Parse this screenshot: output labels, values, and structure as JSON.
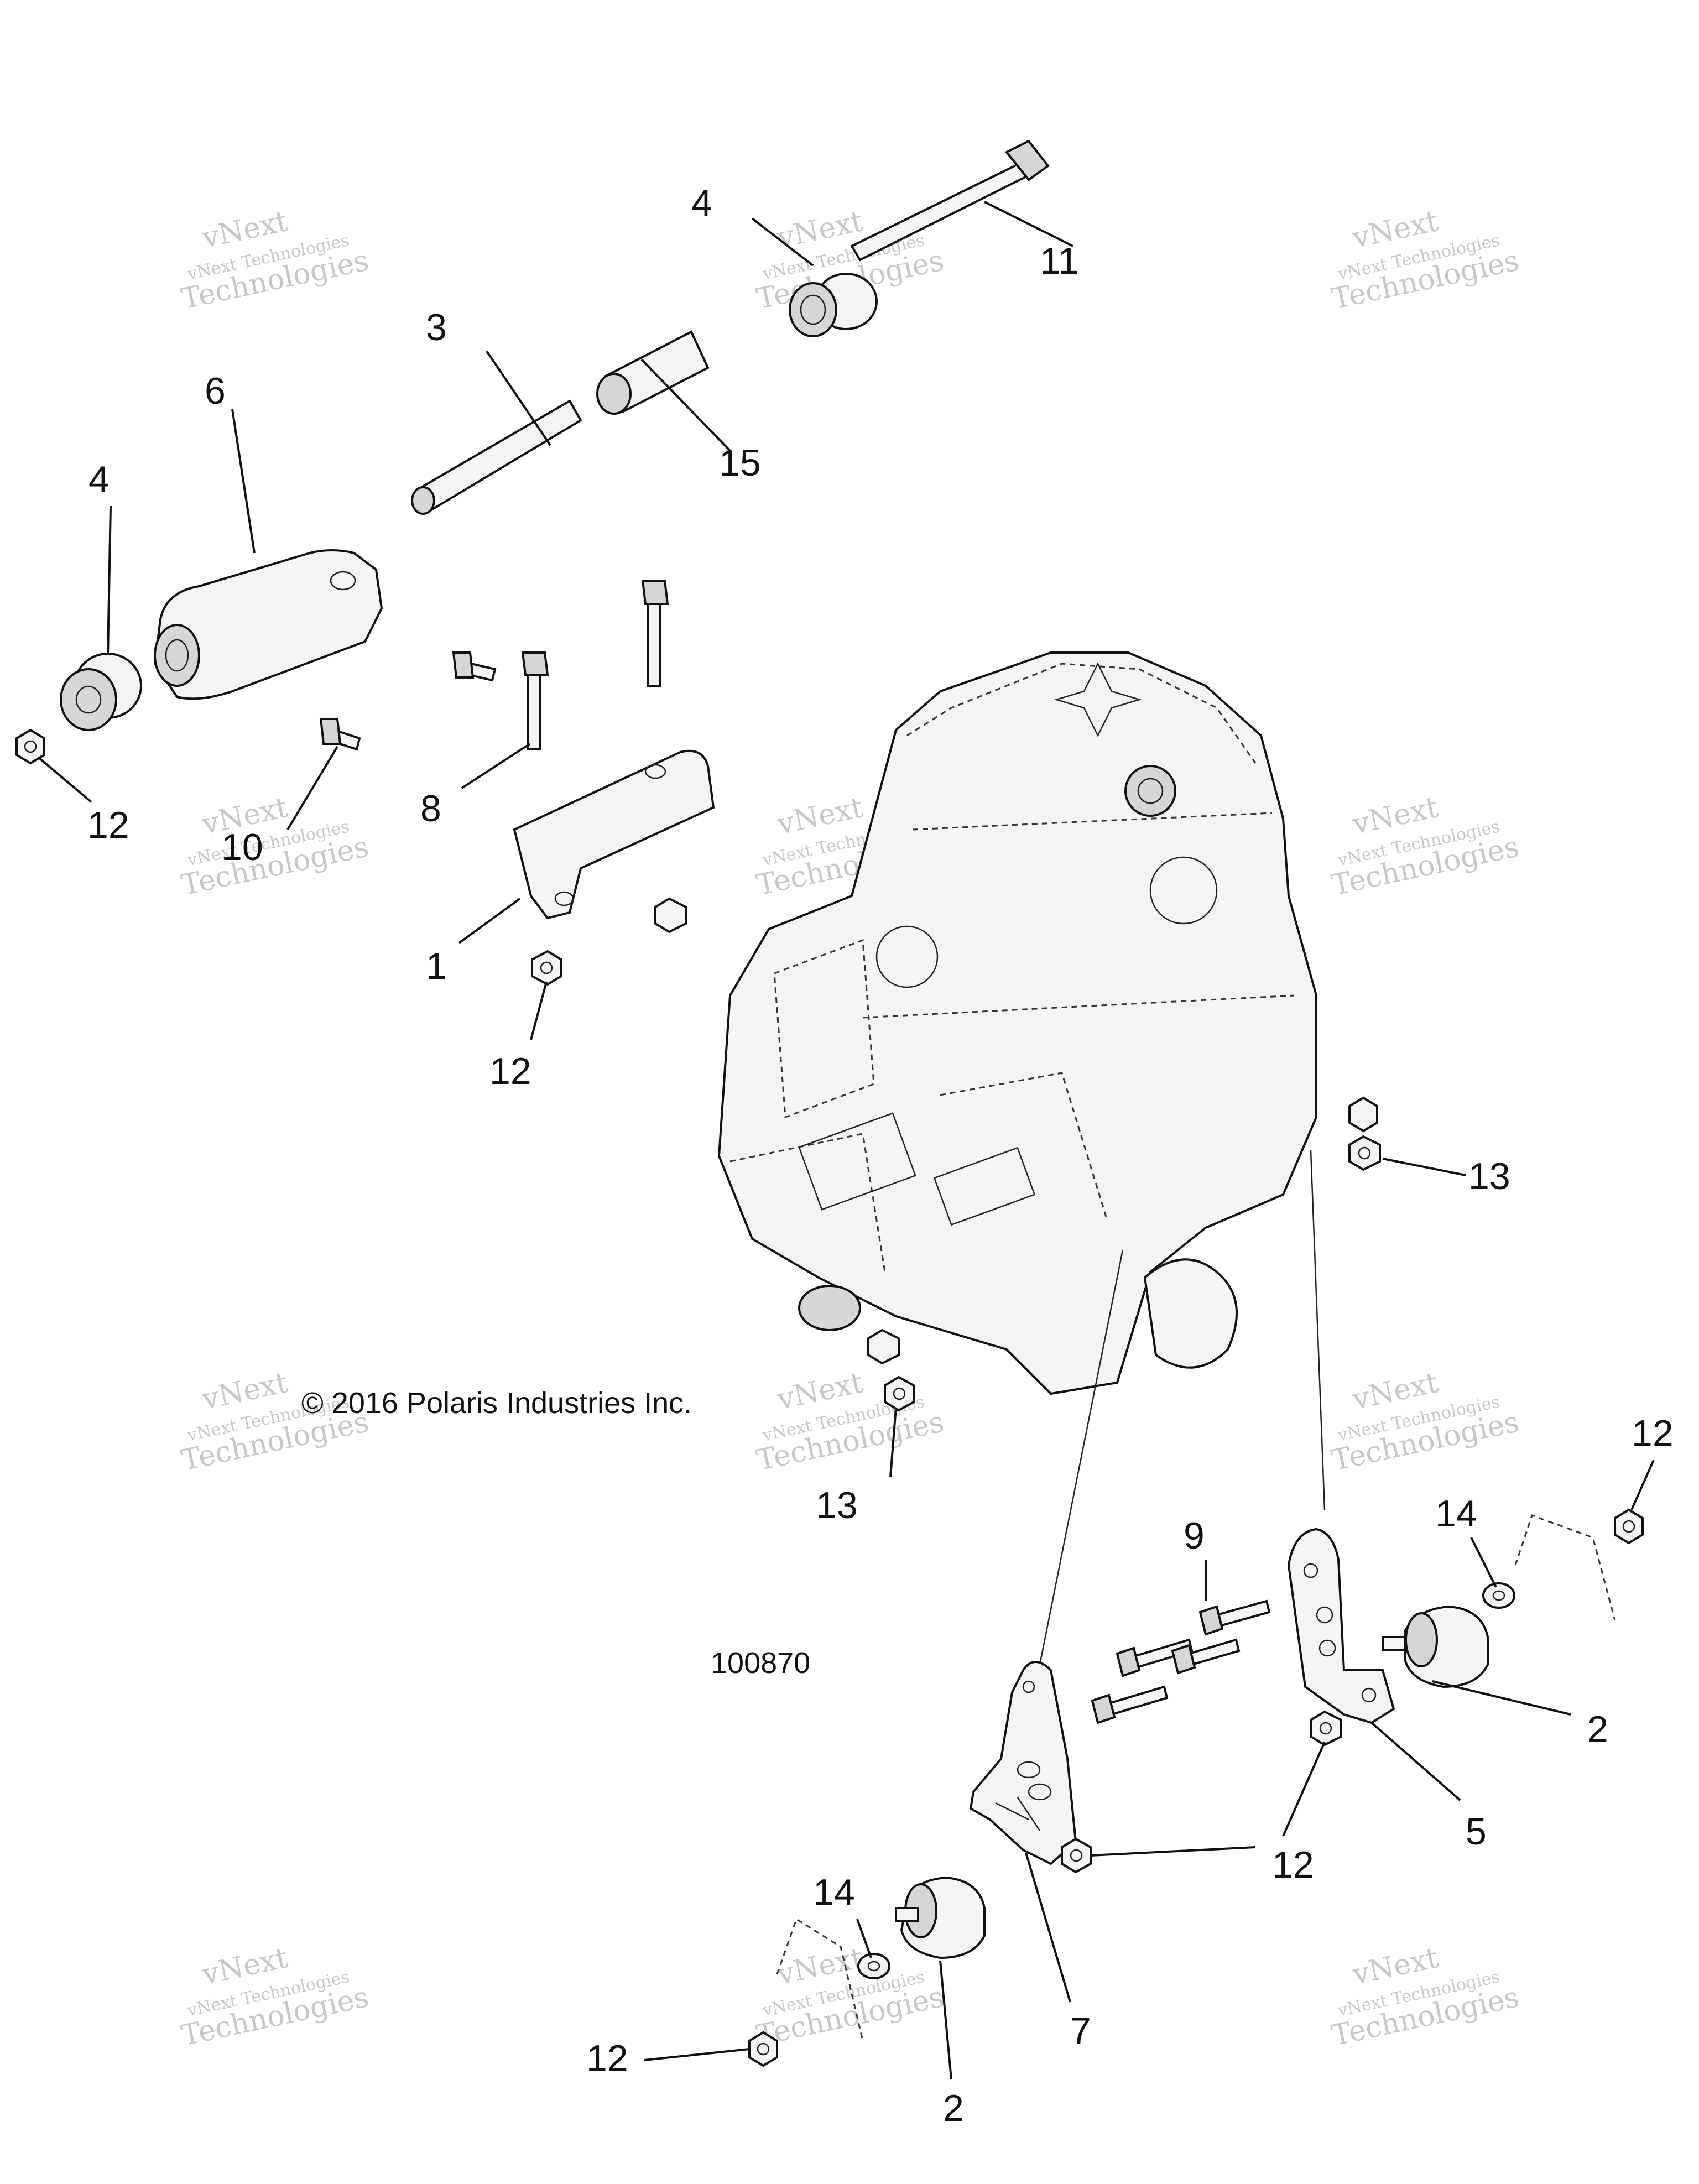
{
  "diagram": {
    "copyright": "© 2016 Polaris Industries Inc.",
    "figure_number": "100870",
    "watermark": {
      "line1": "vNext",
      "line2": "vNext Technologies",
      "line3": "Technologies"
    },
    "callouts": {
      "c1": "1",
      "c2a": "2",
      "c2b": "2",
      "c3": "3",
      "c4a": "4",
      "c4b": "4",
      "c5": "5",
      "c6": "6",
      "c7": "7",
      "c8": "8",
      "c9": "9",
      "c10": "10",
      "c11": "11",
      "c12a": "12",
      "c12b": "12",
      "c12c": "12",
      "c12d": "12",
      "c12e": "12",
      "c13a": "13",
      "c13b": "13",
      "c14a": "14",
      "c14b": "14",
      "c15": "15"
    }
  }
}
